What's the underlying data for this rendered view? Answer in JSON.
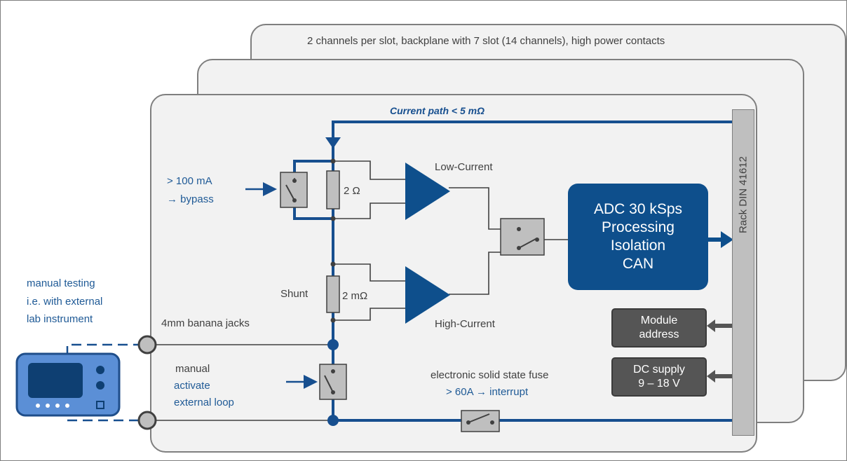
{
  "header": {
    "back_card_text": "2 channels per slot,   backplane with 7 slot  (14 channels),  high power contacts"
  },
  "current_path": "Current path  < 5 mΩ",
  "bypass": {
    "line1": "> 100 mA",
    "line2": "→ bypass"
  },
  "resistors": {
    "low": "2 Ω",
    "high": "2 mΩ",
    "shunt_label": "Shunt"
  },
  "amplifiers": {
    "low": "Low-Current",
    "high": "High-Current"
  },
  "adc": {
    "line1": "ADC 30 kSps",
    "line2": "Processing",
    "line3": "Isolation",
    "line4": "CAN"
  },
  "rack": "Rack   DIN 41612",
  "module_address": {
    "line1": "Module",
    "line2": "address"
  },
  "dc_supply": {
    "line1": "DC supply",
    "line2": "9 – 18 V"
  },
  "manual_testing": {
    "line1": "manual testing",
    "line2": "i.e. with external",
    "line3": "lab instrument"
  },
  "jacks": "4mm  banana jacks",
  "manual_loop": {
    "line1": "manual",
    "line2": "activate",
    "line3": "external loop"
  },
  "fuse": {
    "line1": "electronic solid state fuse",
    "line2": "> 60A  → interrupt"
  },
  "colors": {
    "primary_blue": "#0e4f8c",
    "line_blue": "#174f8f",
    "text_blue": "#1f5a96",
    "card_gray": "#f2f2f2"
  }
}
